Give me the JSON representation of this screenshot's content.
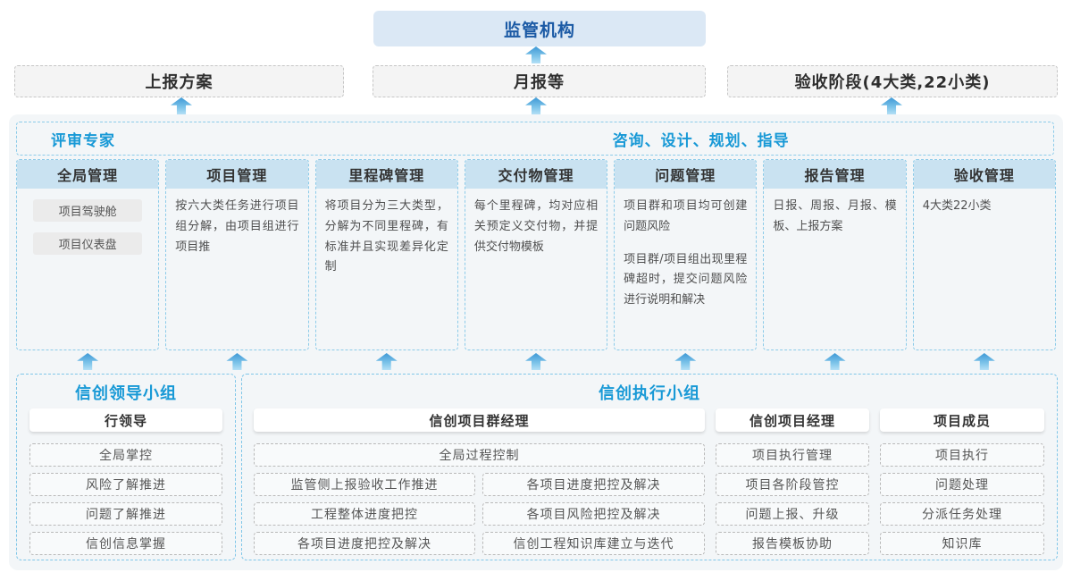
{
  "top": {
    "regulator": "监管机构",
    "outputs": [
      "上报方案",
      "月报等",
      "验收阶段(4大类,22小类)"
    ]
  },
  "panel": {
    "left_title": "评审专家",
    "right_title": "咨询、设计、规划、指导",
    "columns": [
      {
        "title": "全局管理",
        "items": [
          "项目驾驶舱",
          "项目仪表盘"
        ]
      },
      {
        "title": "项目管理",
        "body": "按六大类任务进行项目组分解，由项目组进行项目推"
      },
      {
        "title": "里程碑管理",
        "body": "将项目分为三大类型，分解为不同里程碑，有标准并且实现差异化定制"
      },
      {
        "title": "交付物管理",
        "body": "每个里程碑，均对应相关预定义交付物，并提供交付物模板"
      },
      {
        "title": "问题管理",
        "body": "项目群和项目均可创建问题风险",
        "body2": "项目群/项目组出现里程碑超时，提交问题风险进行说明和解决"
      },
      {
        "title": "报告管理",
        "body": "日报、周报、月报、模板、上报方案"
      },
      {
        "title": "验收管理",
        "body": "4大类22小类"
      }
    ]
  },
  "bottom": {
    "leader_group": {
      "title": "信创领导小组",
      "role": "行领导",
      "items": [
        "全局掌控",
        "风险了解推进",
        "问题了解推进",
        "信创信息掌握"
      ]
    },
    "exec_group": {
      "title": "信创执行小组",
      "pm_group": {
        "role": "信创项目群经理",
        "full_item": "全局过程控制",
        "left_items": [
          "监管侧上报验收工作推进",
          "工程整体进度把控",
          "各项目进度把控及解决"
        ],
        "right_items": [
          "各项目进度把控及解决",
          "各项目风险把控及解决",
          "信创工程知识库建立与迭代"
        ]
      },
      "pm": {
        "role": "信创项目经理",
        "items": [
          "项目执行管理",
          "项目各阶段管控",
          "问题上报、升级",
          "报告模板协助"
        ]
      },
      "member": {
        "role": "项目成员",
        "items": [
          "项目执行",
          "问题处理",
          "分派任务处理",
          "知识库"
        ]
      }
    }
  },
  "colors": {
    "accent_blue_title": "#1899d6",
    "regulator_text": "#1b5aa5",
    "regulator_bg": "#dbe8f5",
    "column_header_bg": "#c9e2f1",
    "dashed_blue_border": "#8ccbe9",
    "panel_bg": "#f3f6f8",
    "arrow_gradient_top": "#3e99d6",
    "arrow_gradient_bottom": "#b4e0f6"
  }
}
